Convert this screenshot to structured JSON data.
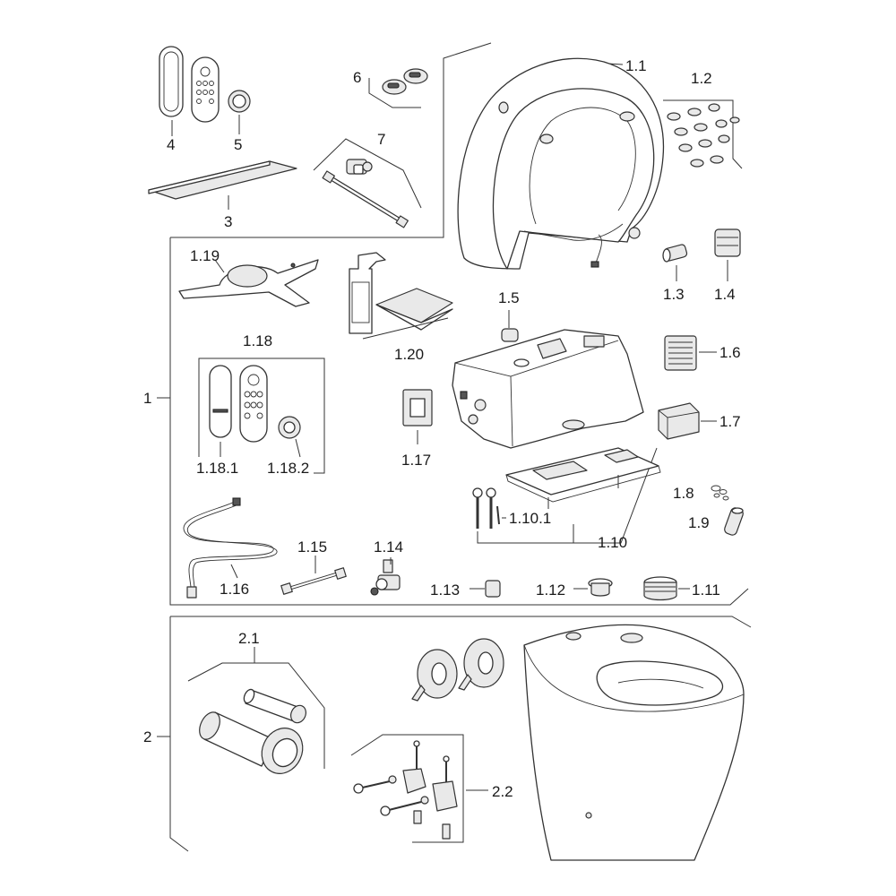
{
  "labels": {
    "l1": "1",
    "l2": "2",
    "l3": "3",
    "l4": "4",
    "l5": "5",
    "l6": "6",
    "l7": "7",
    "l1_1": "1.1",
    "l1_2": "1.2",
    "l1_3": "1.3",
    "l1_4": "1.4",
    "l1_5": "1.5",
    "l1_6": "1.6",
    "l1_7": "1.7",
    "l1_8": "1.8",
    "l1_9": "1.9",
    "l1_10": "1.10",
    "l1_10_1": "1.10.1",
    "l1_11": "1.11",
    "l1_12": "1.12",
    "l1_13": "1.13",
    "l1_14": "1.14",
    "l1_15": "1.15",
    "l1_16": "1.16",
    "l1_17": "1.17",
    "l1_18": "1.18",
    "l1_18_1": "1.18.1",
    "l1_18_2": "1.18.2",
    "l1_19": "1.19",
    "l1_20": "1.20",
    "l2_1": "2.1",
    "l2_2": "2.2"
  }
}
